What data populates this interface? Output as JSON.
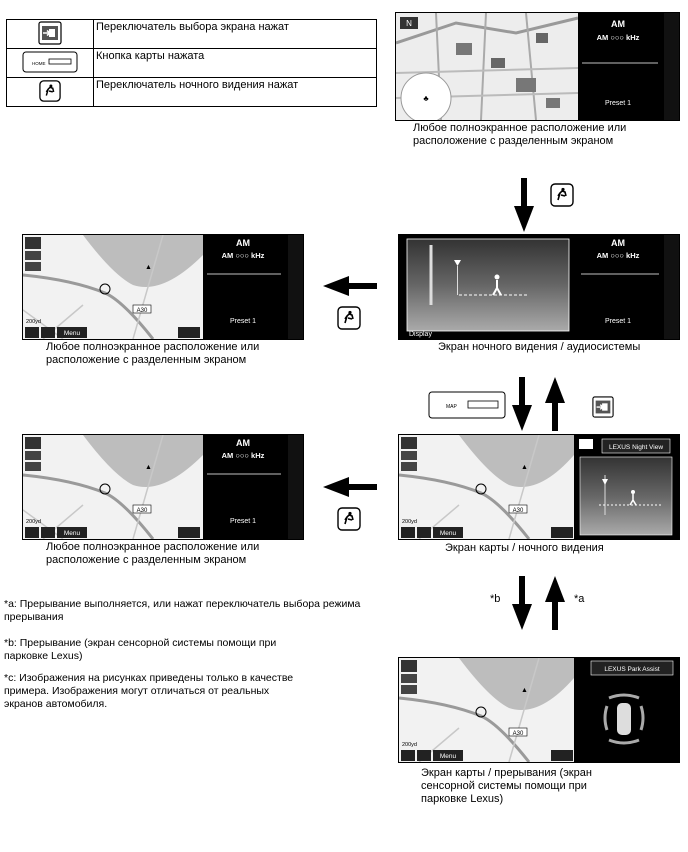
{
  "legend": {
    "rows": [
      {
        "icon": "screen-select-switch-icon",
        "text": "Переключатель выбора экрана нажат"
      },
      {
        "icon": "map-button-icon",
        "text": "Кнопка карты нажата",
        "icon_label": "HOME"
      },
      {
        "icon": "night-vision-switch-icon",
        "text": "Переключатель ночного видения нажат"
      }
    ]
  },
  "audio": {
    "band": "AM",
    "freq": "AM ○○○ kHz",
    "preset": "Preset 1"
  },
  "map": {
    "menu": "Menu",
    "scale": "200yd",
    "road": "A30"
  },
  "night_view": {
    "display": "Display",
    "title": "LEXUS Night View"
  },
  "park_assist": {
    "title": "LEXUS Park Assist"
  },
  "map_button_label": "MAP",
  "captions": {
    "top_right": "Любое полноэкранное расположение или расположение с разделенным экраном",
    "night_audio": "Экран ночного видения / аудиосистемы",
    "left_1": "Любое полноэкранное расположение или расположение с разделенным экраном",
    "left_2": "Любое полноэкранное расположение или расположение с разделенным экраном",
    "map_night": "Экран карты / ночного видения",
    "map_interrupt": "Экран карты / прерывания (экран сенсорной системы помощи при парковке Lexus)"
  },
  "arrow_labels": {
    "b": "*b",
    "a": "*a"
  },
  "notes": {
    "a": "*a: Прерывание выполняется, или нажат переключатель выбора режима прерывания",
    "b": "*b: Прерывание (экран сенсорной системы помощи при парковке Lexus)",
    "c": "*c: Изображения на рисунках приведены только в качестве примера.  Изображения могут отличаться от реальных экранов автомобиля."
  },
  "colors": {
    "screen_bg": "#000000",
    "map_bg": "#f2f2f2",
    "road": "#9a9a9a",
    "river": "#bdbdbd"
  }
}
